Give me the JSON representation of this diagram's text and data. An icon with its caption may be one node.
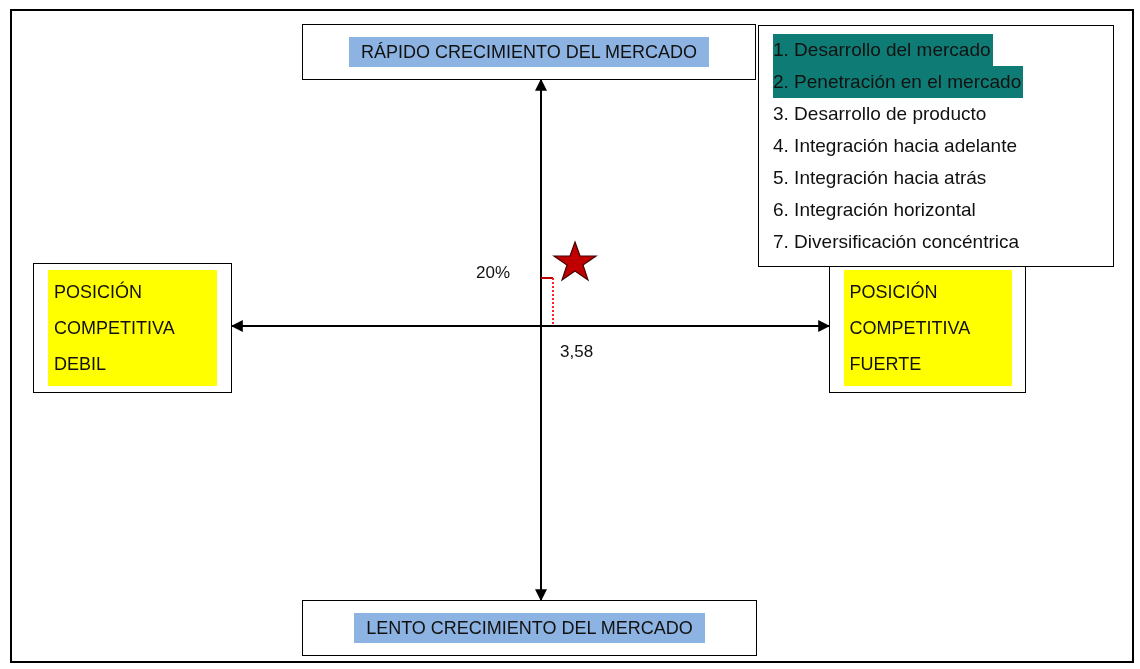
{
  "diagram": {
    "nodes": [
      {
        "text": [
          "RÁPIDO CRECIMIENTO DEL MERCADO"
        ]
      },
      {
        "text": [
          "POSICIÓN COMPETITIVA DEBIL"
        ]
      },
      {
        "text": [
          "POSICIÓN COMPETITIVA FUERTE"
        ]
      },
      {
        "text": [
          "LENTO CRECIMIENTO DEL MERCADO"
        ]
      },
      {
        "text": [
          "1. Desarrollo del mercado",
          "2. Penetración en el mercado",
          "3. Desarrollo de producto",
          "4. Integración hacia adelante",
          "5. Integración hacia atrás",
          "6. Integración horizontal",
          "7. Diversificación concéntrica"
        ]
      }
    ],
    "edges": [
      {
        "from": 3,
        "to": 0,
        "arrow": "both"
      },
      {
        "from": 1,
        "to": 2,
        "arrow": "both"
      }
    ],
    "labels": [
      "20%",
      "3,58"
    ]
  }
}
